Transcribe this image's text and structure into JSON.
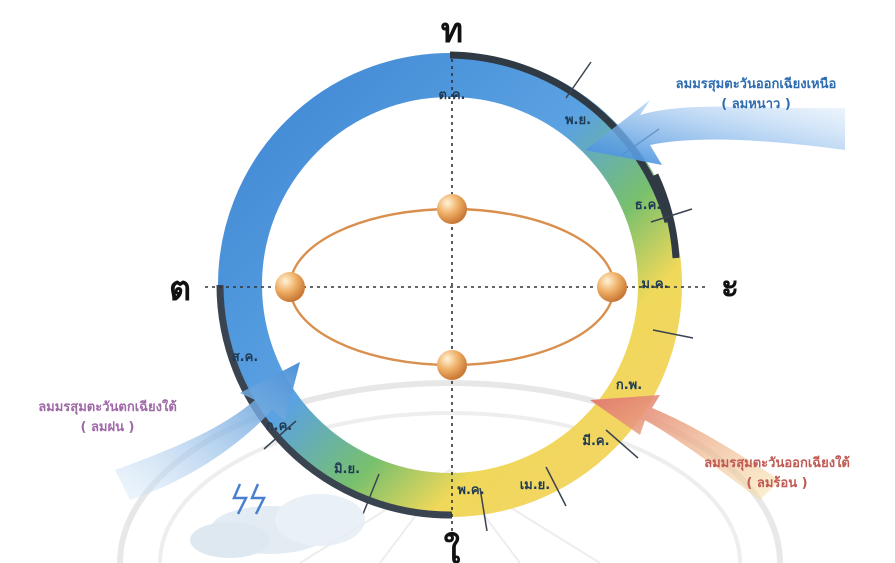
{
  "directions": {
    "north": "ท",
    "east": "ะ",
    "south": "ใ",
    "west": "ต"
  },
  "months": [
    "ต.ค.",
    "พ.ย.",
    "ธ.ค.",
    "ม.ค.",
    "ก.พ.",
    "มี.ค.",
    "เม.ย.",
    "พ.ค.",
    "มิ.ย.",
    "ก.ค.",
    "ส.ค."
  ],
  "monsoons": {
    "northeast": {
      "line1": "ลมมรสุมตะวันออกเฉียงเหนือ",
      "line2": "( ลมหนาว )"
    },
    "southwest": {
      "line1": "ลมมรสุมตะวันตกเฉียงใต้",
      "line2": "( ลมฝน )"
    },
    "southeast": {
      "line1": "ลมมรสุมตะวันออกเฉียงใต้",
      "line2": "( ลมร้อน )"
    }
  },
  "colors": {
    "cool": "#4a90d9",
    "green": "#7cc246",
    "warm": "#f2d45c",
    "orbit": "#d7894a",
    "planet": "#e8a15a",
    "northeastArrow": "#4f9de0",
    "southwestArrow": "#5e9ad6",
    "southeastArrow": "#e0806f"
  },
  "icons": [
    "storm-cloud-icon",
    "lightning-icon"
  ]
}
